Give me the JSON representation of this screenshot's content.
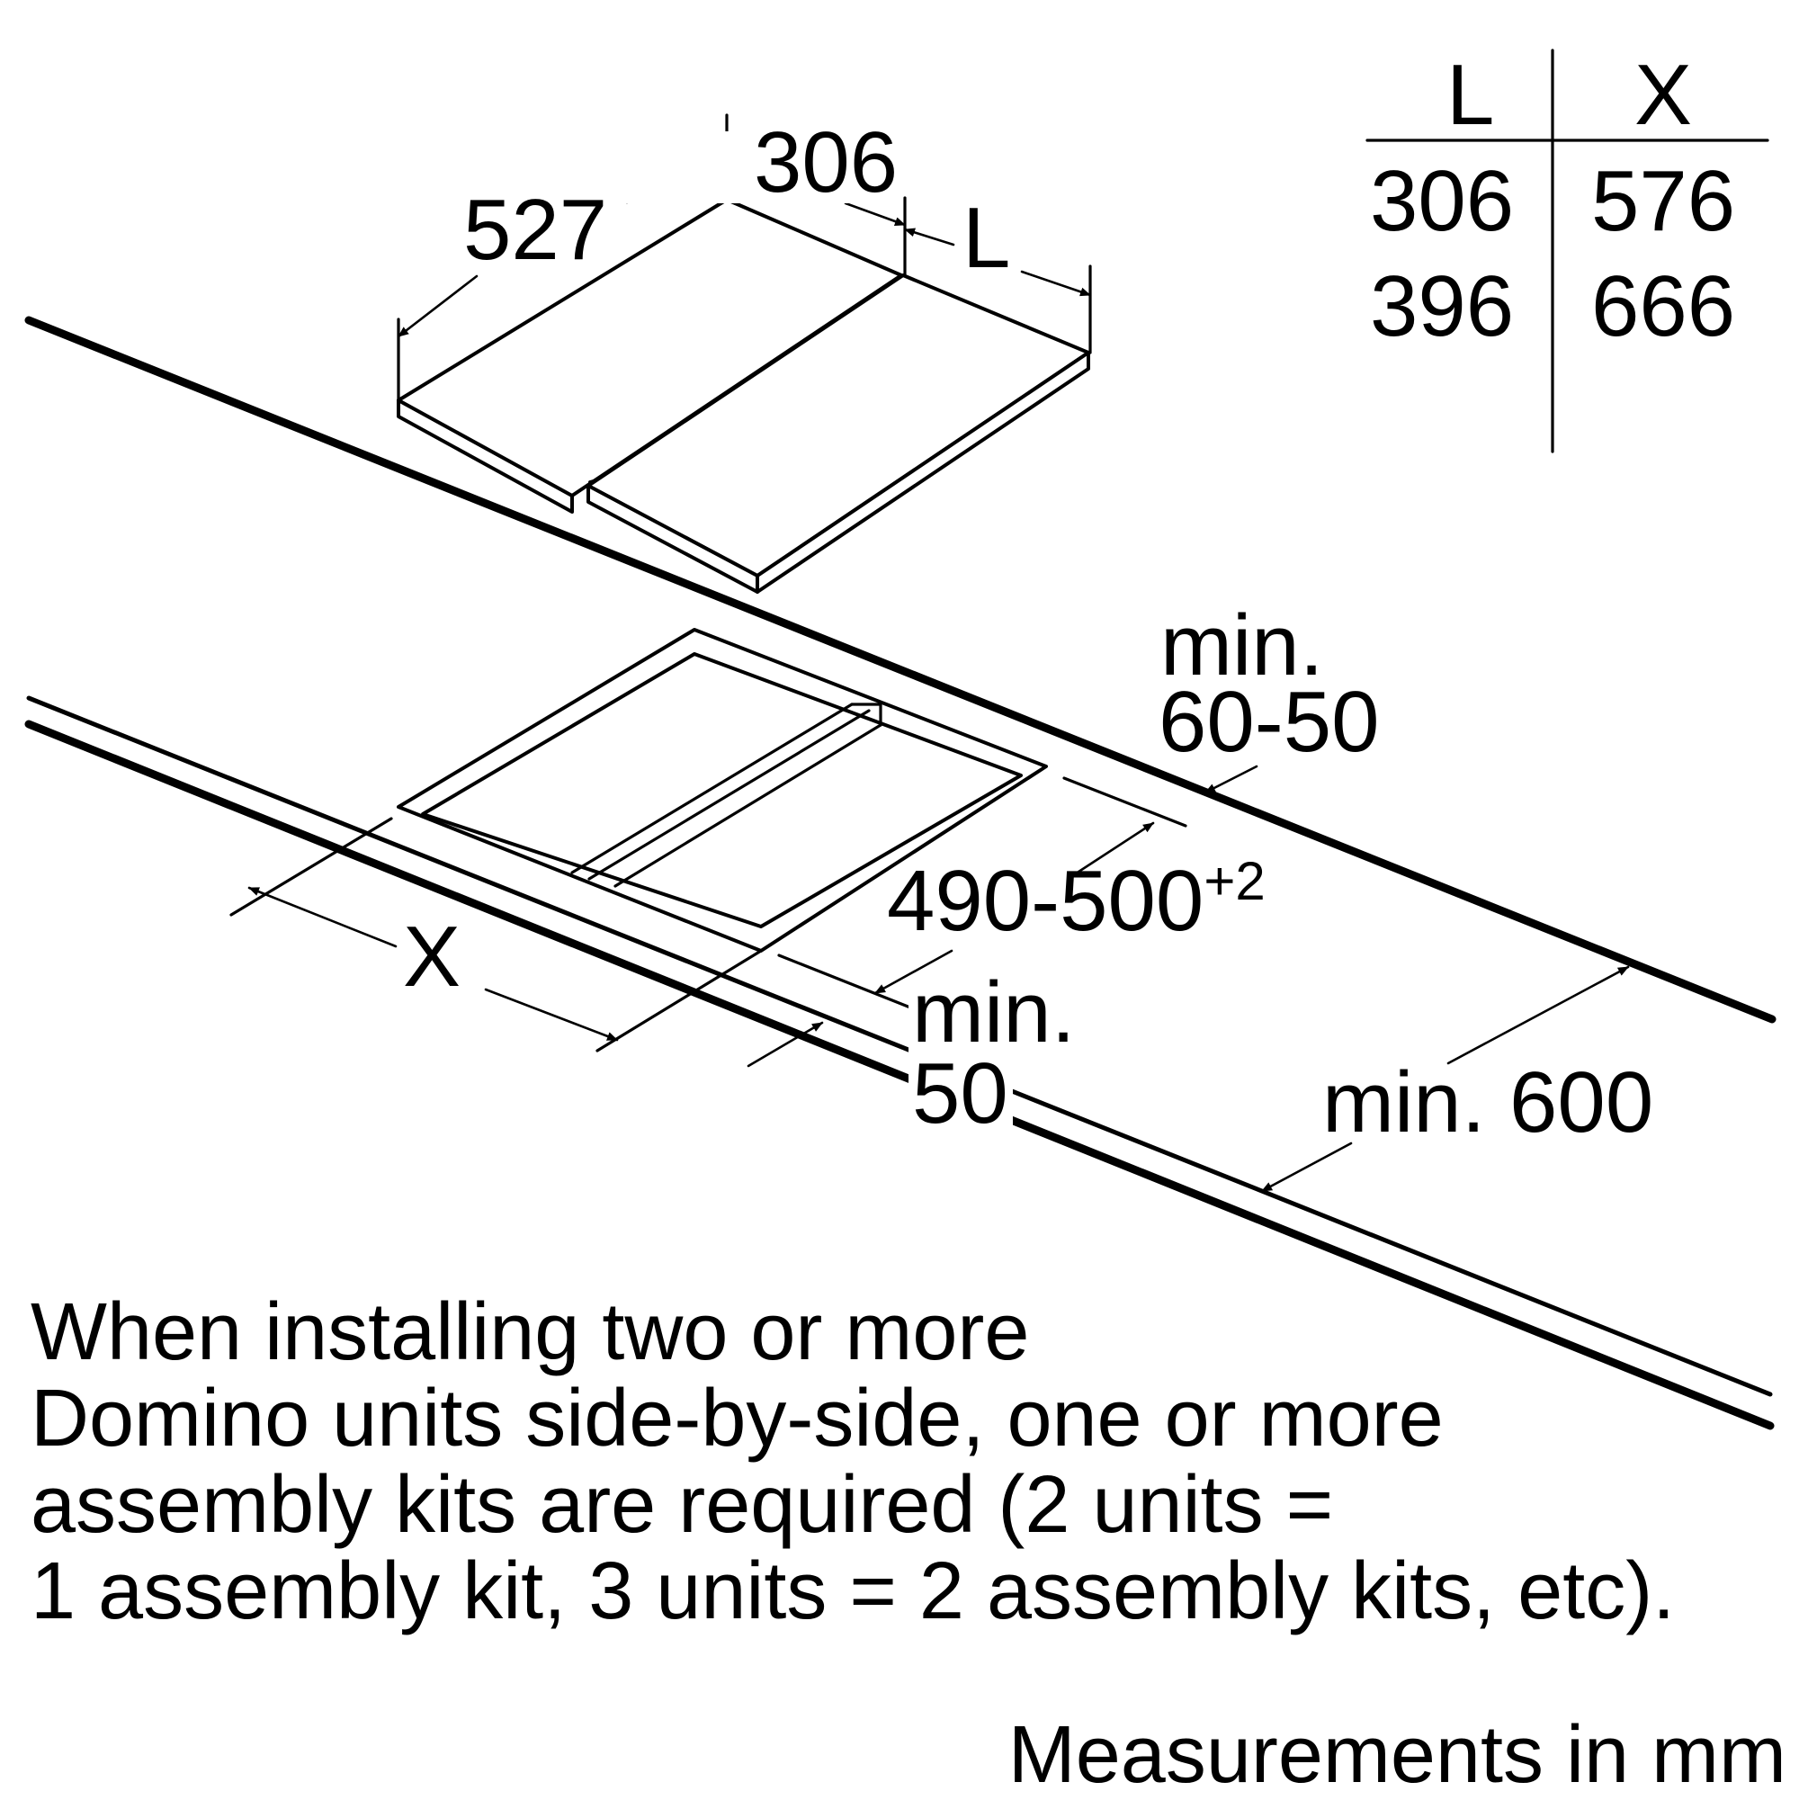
{
  "cooktop_labels": {
    "depth": "527",
    "width": "306",
    "variable_width": "L"
  },
  "cutout_labels": {
    "variable_width": "X",
    "cutout_depth": "490-500",
    "cutout_depth_tolerance": "+2",
    "front_clearance_line1": "min.",
    "front_clearance_line2": "50",
    "rear_clearance_line1": "min.",
    "rear_clearance_line2": "60-50",
    "worktop_depth": "min. 600"
  },
  "size_table": {
    "headers": [
      "L",
      "X"
    ],
    "rows": [
      [
        "306",
        "576"
      ],
      [
        "396",
        "666"
      ]
    ]
  },
  "note": [
    "When installing two or more",
    "Domino units side-by-side, one or more",
    "assembly kits are required (2 units =",
    "1 assembly kit, 3 units = 2 assembly kits, etc)."
  ],
  "units_caption": "Measurements in mm"
}
